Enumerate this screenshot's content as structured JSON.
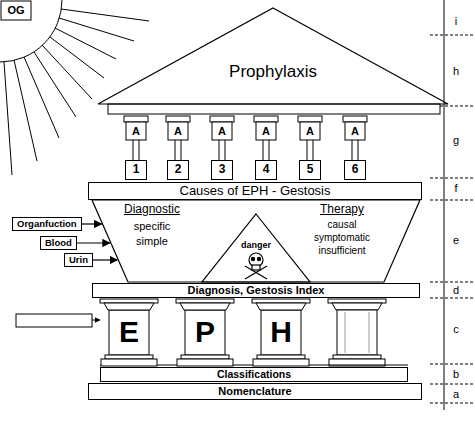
{
  "diagram": {
    "nodes": [
      {
        "text": [
          "Prophylaxis"
        ]
      },
      {
        "text": [
          "1"
        ]
      },
      {
        "text": [
          "2"
        ]
      },
      {
        "text": [
          "3"
        ]
      },
      {
        "text": [
          "4"
        ]
      },
      {
        "text": [
          "5"
        ]
      },
      {
        "text": [
          "6"
        ]
      },
      {
        "text": [
          "Causes of EPH - Gestosis"
        ]
      },
      {
        "text": [
          "Diagnostic",
          "specific simple",
          "Therapy",
          "causal symptomatic insufficient"
        ]
      },
      {
        "text": [
          "danger"
        ],
        "in": 8
      },
      {
        "text": [
          "Organfuction"
        ]
      },
      {
        "text": [
          "Blood"
        ]
      },
      {
        "text": [
          "Urin"
        ]
      },
      {
        "text": [
          "Diagnosis, Gestosis Index"
        ]
      },
      {
        "text": [
          "E"
        ]
      },
      {
        "text": [
          "P"
        ]
      },
      {
        "text": [
          "H"
        ]
      },
      {
        "text": [
          "Classifications"
        ]
      },
      {
        "text": [
          "Nomenclature"
        ]
      }
    ],
    "edges": [
      {
        "from": 10,
        "to": 8,
        "arrow": "to"
      },
      {
        "from": 11,
        "to": 8,
        "arrow": "to"
      },
      {
        "from": 12,
        "to": 8,
        "arrow": "to"
      }
    ],
    "labels": [
      "OG",
      "i",
      "h",
      "g",
      "f",
      "e",
      "d",
      "c",
      "b",
      "a",
      "A",
      "A",
      "A",
      "A",
      "A",
      "A"
    ]
  }
}
